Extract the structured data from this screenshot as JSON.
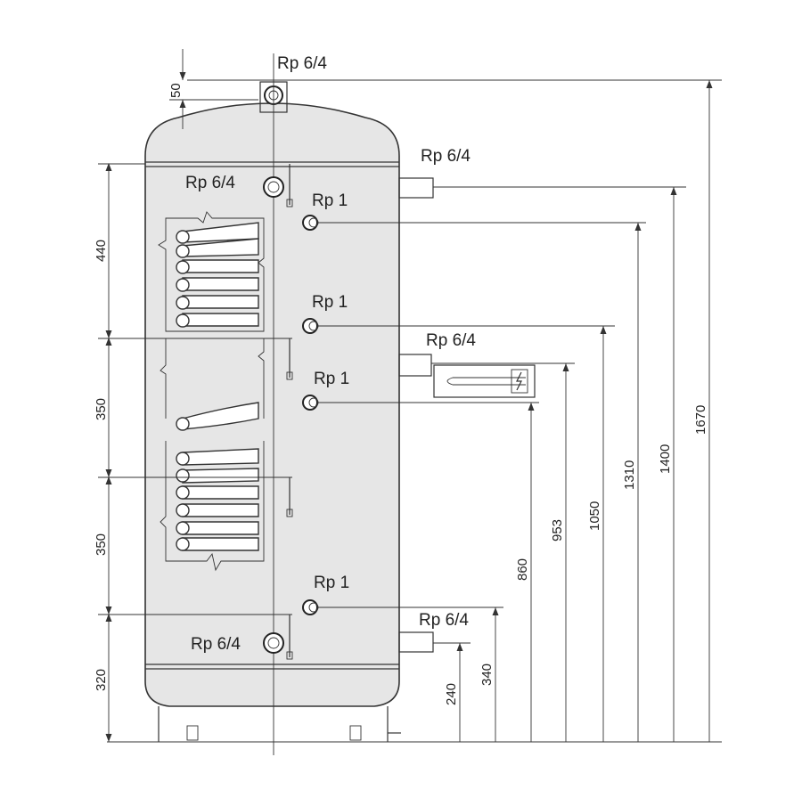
{
  "connections": {
    "top_outlet": "Rp 6/4",
    "upper_side_outlet": "Rp 6/4",
    "upper_coil_inlet": "Rp 6/4",
    "upper_sensor": "Rp 1",
    "middle_sensor": "Rp 1",
    "heater_port": "Rp 6/4",
    "lower_sensor_1": "Rp 1",
    "lower_sensor_2": "Rp 1",
    "lower_side_inlet": "Rp 6/4",
    "lower_coil_outlet": "Rp 6/4"
  },
  "dimensions_left": {
    "top_offset": "50",
    "upper_section": "440",
    "middle_section": "350",
    "lower_section": "350",
    "bottom_section": "320"
  },
  "dimensions_right": {
    "d240": "240",
    "d340": "340",
    "d860": "860",
    "d953": "953",
    "d1050": "1050",
    "d1310": "1310",
    "d1400": "1400",
    "d1670": "1670"
  },
  "colors": {
    "tank_fill": "#e6e6e6",
    "line": "#333333"
  }
}
